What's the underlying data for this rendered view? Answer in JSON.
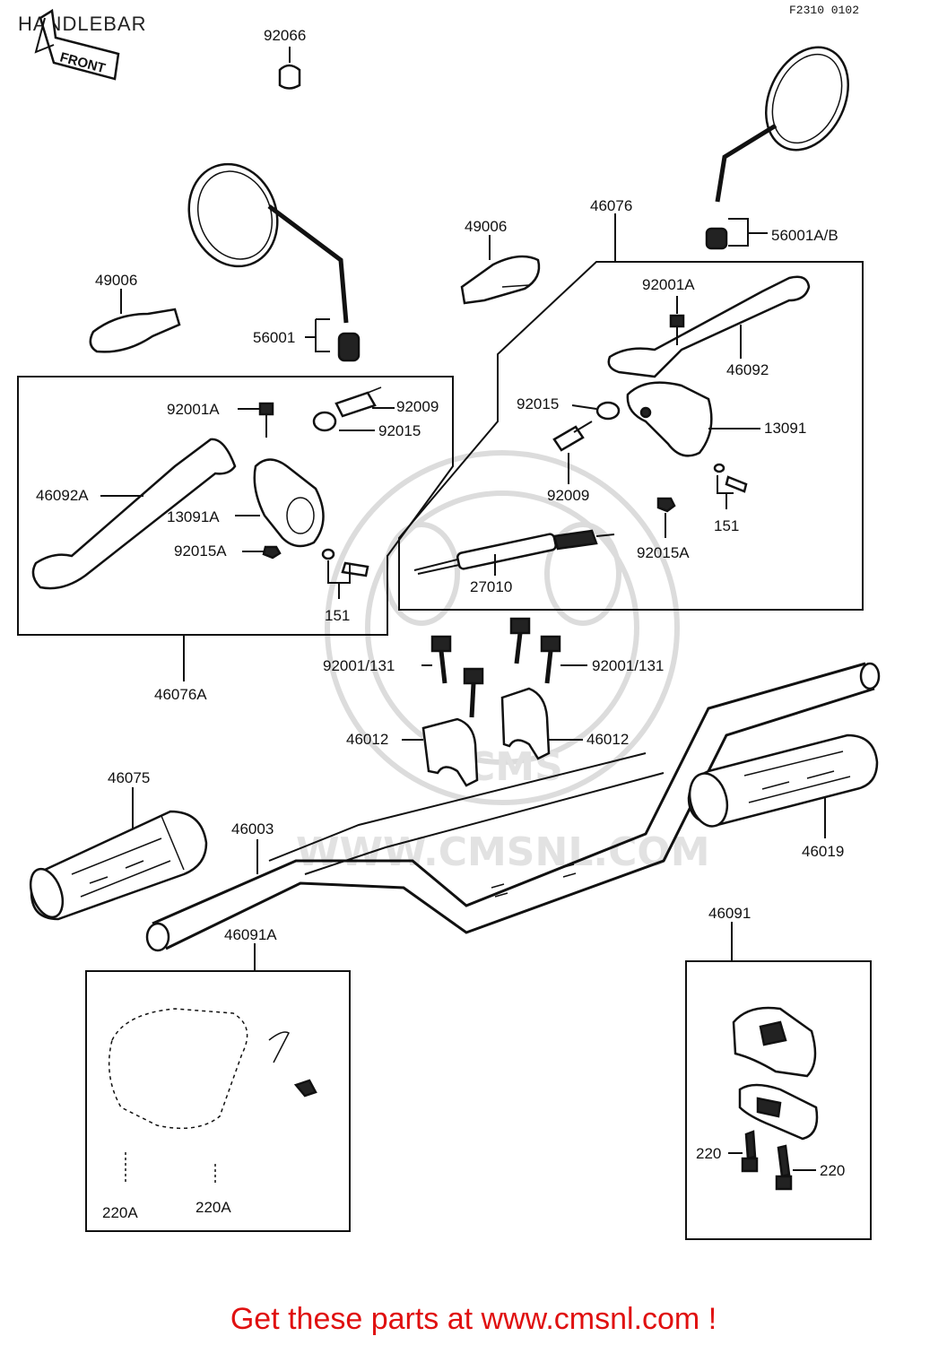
{
  "header": {
    "title": "HANDLEBAR",
    "diagram_code": "F2310 0102",
    "front_arrow_text": "FRONT"
  },
  "watermark": {
    "text": "WWW.CMSNL.COM",
    "logo_text": "CMS"
  },
  "parts": {
    "p92066": "92066",
    "p49006_left": "49006",
    "p49006_right": "49006",
    "p56001": "56001",
    "p56001ab": "56001A/B",
    "p46076": "46076",
    "p46076a": "46076A",
    "p92001a_left": "92001A",
    "p92001a_right": "92001A",
    "p92009_left": "92009",
    "p92009_right": "92009",
    "p92015_left": "92015",
    "p92015_right": "92015",
    "p46092a": "46092A",
    "p46092": "46092",
    "p13091a": "13091A",
    "p13091": "13091",
    "p92015a_left": "92015A",
    "p92015a_right": "92015A",
    "p151_left": "151",
    "p151_right": "151",
    "p27010": "27010",
    "p92001_131_left": "92001/131",
    "p92001_131_right": "92001/131",
    "p46012_left": "46012",
    "p46012_right": "46012",
    "p46075": "46075",
    "p46003": "46003",
    "p46019": "46019",
    "p46091a": "46091A",
    "p46091": "46091",
    "p220a_left": "220A",
    "p220a_right": "220A",
    "p220_left": "220",
    "p220_right": "220"
  },
  "footer": {
    "promo": "Get these parts at www.cmsnl.com !"
  }
}
